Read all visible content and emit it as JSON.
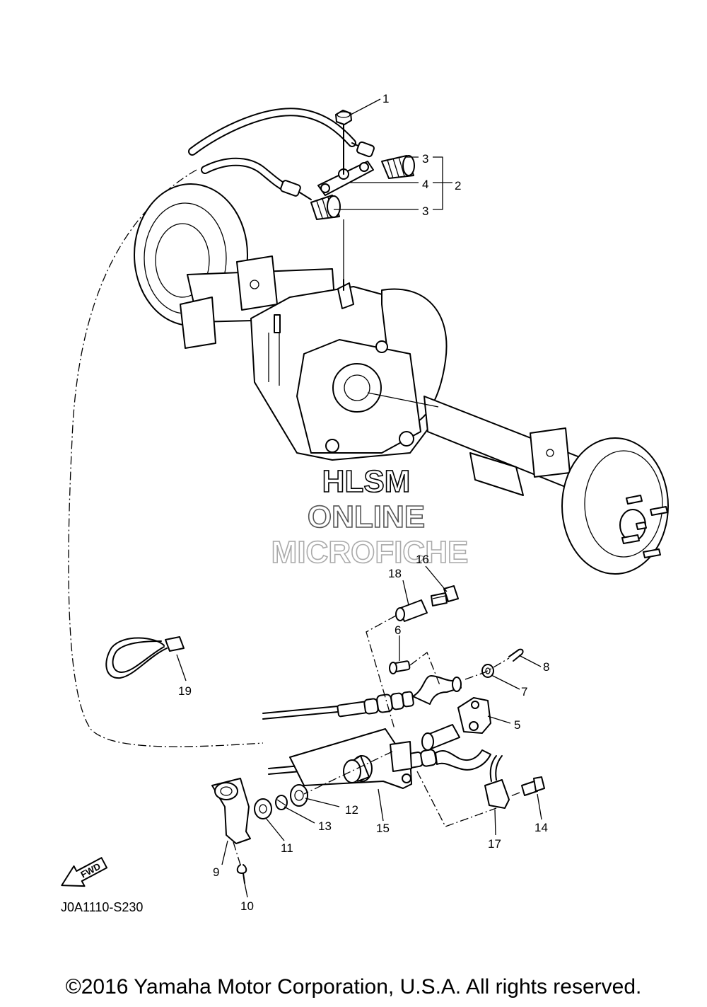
{
  "diagram": {
    "diagram_code": "J0A1110-S230",
    "direction_label": "FWD",
    "watermark": {
      "line1": "HLSM",
      "line2": "ONLINE",
      "line3": "MICROFICHE"
    },
    "callouts": [
      "1",
      "2",
      "3",
      "3",
      "4",
      "5",
      "6",
      "7",
      "8",
      "9",
      "10",
      "11",
      "12",
      "13",
      "14",
      "15",
      "16",
      "17",
      "18",
      "19"
    ],
    "copyright": "©2016 Yamaha Motor Corporation, U.S.A. All rights reserved."
  }
}
